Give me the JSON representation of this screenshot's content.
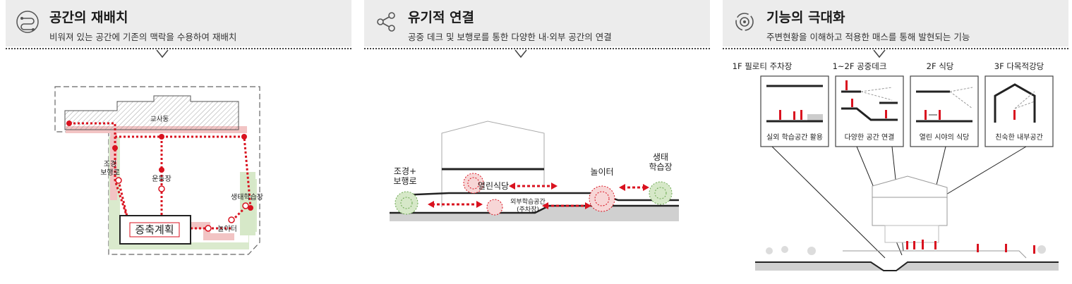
{
  "panels": [
    {
      "title": "공간의 재배치",
      "subtitle": "비워져 있는 공간에 기존의 맥락을 수용하여 재배치",
      "icon": "route-icon",
      "labels": {
        "building": "교사동",
        "landscape": "조경\n보행로",
        "playground": "운동장",
        "eco": "생태학습장",
        "extension": "증축계획",
        "play": "놀이터"
      }
    },
    {
      "title": "유기적 연결",
      "subtitle": "공중 데크 및 보행로를 통한 다양한 내·외부 공간의 연결",
      "icon": "share-icon",
      "labels": {
        "landscape": "조경+\n보행로",
        "dining": "열린식당",
        "play": "놀이터",
        "eco": "생태\n학습장",
        "outdoor": "외부학습공간\n(주차장)"
      }
    },
    {
      "title": "기능의 극대화",
      "subtitle": "주변현황을 이해하고 적용한 매스를 통해 발현되는 기능",
      "icon": "target-gear-icon",
      "cards": [
        {
          "floor": "1F 필로티 주차장",
          "caption": "실외 학습공간 활용"
        },
        {
          "floor": "1~2F 공중데크",
          "caption": "다양한 공간 연결"
        },
        {
          "floor": "2F 식당",
          "caption": "열린 시야의 식당"
        },
        {
          "floor": "3F 다목적강당",
          "caption": "친숙한 내부공간"
        }
      ]
    }
  ],
  "colors": {
    "accent": "#d9121f",
    "header": "#ececec",
    "green": "#d6e8c8",
    "pink": "#f2c4c4"
  }
}
